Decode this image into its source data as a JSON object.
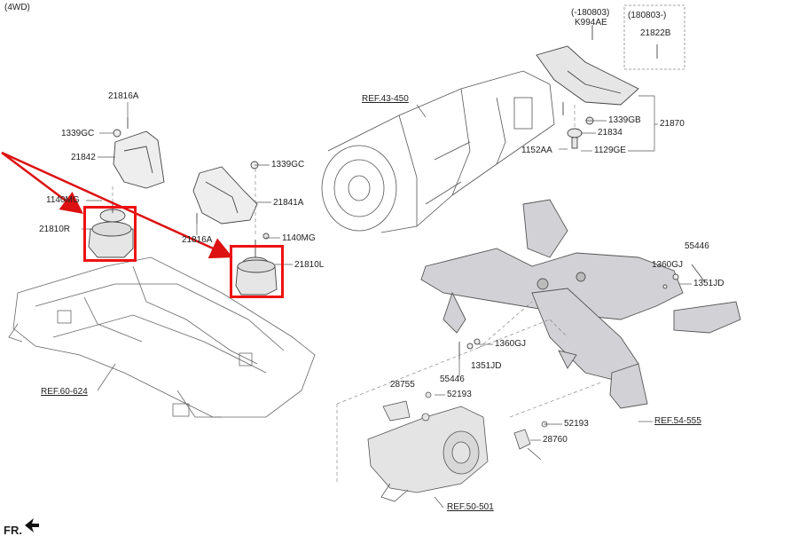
{
  "header": {
    "variant": "(4WD)"
  },
  "footer": {
    "front_marker": "FR."
  },
  "colors": {
    "line": "#555555",
    "part_fill": "#e8e8e8",
    "part_stroke": "#444444",
    "highlight": "#e11111",
    "arrow": "#dd1111"
  },
  "icons": {
    "front": "arrow-left-down-icon"
  },
  "labels": {
    "l_21816A_top": "21816A",
    "l_1339GC_left": "1339GC",
    "l_21842": "21842",
    "l_1140MG_left": "1140MG",
    "l_21810R": "21810R",
    "l_1339GC_mid": "1339GC",
    "l_21841A": "21841A",
    "l_21816A_mid": "21816A",
    "l_1140MG_mid": "1140MG",
    "l_21810L": "21810L",
    "l_ref60": "REF.60-624",
    "l_ref43": "REF.43-450",
    "l_180803_a": "(-180803)",
    "l_K994AE": "K994AE",
    "l_180803_b": "(180803-)",
    "l_21822B": "21822B",
    "l_1339GB": "1339GB",
    "l_21870": "21870",
    "l_21834": "21834",
    "l_1152AA": "1152AA",
    "l_1129GE": "1129GE",
    "l_55446_r": "55446",
    "l_1360GJ_r": "1360GJ",
    "l_1351JD_r": "1351JD",
    "l_1360GJ_c": "1360GJ",
    "l_1351JD_c": "1351JD",
    "l_55446_c": "55446",
    "l_28755": "28755",
    "l_52193_a": "52193",
    "l_52193_b": "52193",
    "l_28760": "28760",
    "l_ref54": "REF.54-555",
    "l_ref50": "REF.50-501"
  }
}
